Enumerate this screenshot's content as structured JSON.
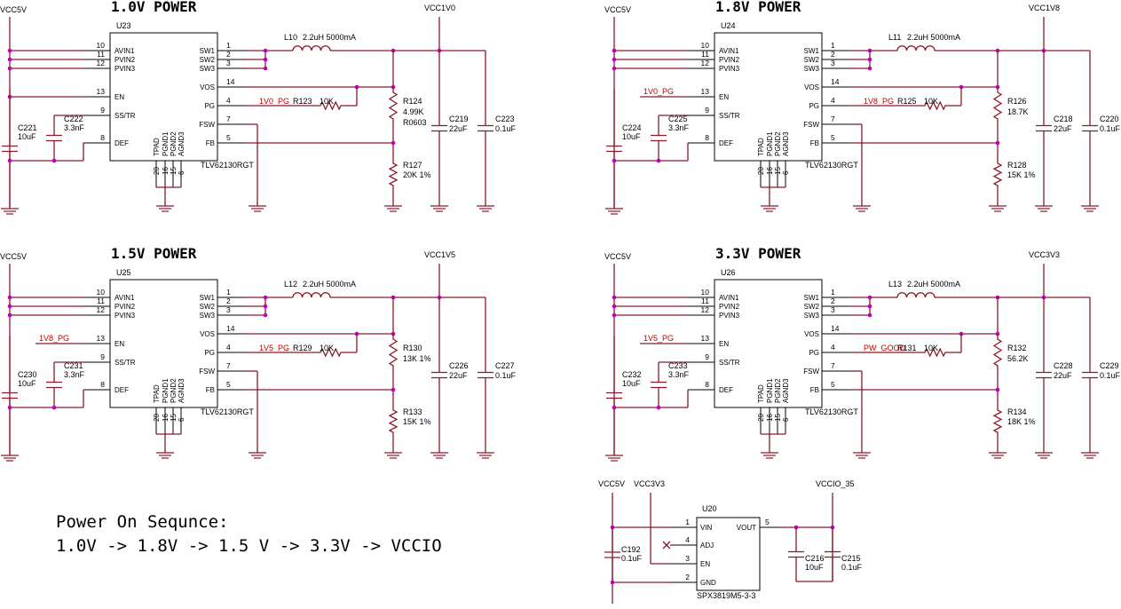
{
  "modules": [
    {
      "title": "1.0V POWER",
      "ic_ref": "U23",
      "ic_part": "TLV62130RGT",
      "vin_net": "VCC5V",
      "vout_net": "VCC1V0",
      "inductor": {
        "ref": "L10",
        "value": "2.2uH 5000mA"
      },
      "en_net": "",
      "pg_net": "1V0_PG",
      "pg_res": {
        "ref": "R123",
        "value": "10K"
      },
      "r_top": {
        "ref": "R124",
        "value": "4.99K",
        "extra": "R0603"
      },
      "r_bot": {
        "ref": "R127",
        "value": "20K 1%"
      },
      "cin": {
        "ref": "C221",
        "value": "10uF"
      },
      "css": {
        "ref": "C222",
        "value": "3.3nF"
      },
      "cout1": {
        "ref": "C219",
        "value": "22uF"
      },
      "cout2": {
        "ref": "C223",
        "value": "0.1uF"
      }
    },
    {
      "title": "1.8V POWER",
      "ic_ref": "U24",
      "ic_part": "TLV62130RGT",
      "vin_net": "VCC5V",
      "vout_net": "VCC1V8",
      "inductor": {
        "ref": "L11",
        "value": "2.2uH 5000mA"
      },
      "en_net": "1V0_PG",
      "pg_net": "1V8_PG",
      "pg_res": {
        "ref": "R125",
        "value": "10K"
      },
      "r_top": {
        "ref": "R126",
        "value": "18.7K",
        "extra": ""
      },
      "r_bot": {
        "ref": "R128",
        "value": "15K 1%"
      },
      "cin": {
        "ref": "C224",
        "value": "10uF"
      },
      "css": {
        "ref": "C225",
        "value": "3.3nF"
      },
      "cout1": {
        "ref": "C218",
        "value": "22uF"
      },
      "cout2": {
        "ref": "C220",
        "value": "0.1uF"
      }
    },
    {
      "title": "1.5V POWER",
      "ic_ref": "U25",
      "ic_part": "TLV62130RGT",
      "vin_net": "VCC5V",
      "vout_net": "VCC1V5",
      "inductor": {
        "ref": "L12",
        "value": "2.2uH 5000mA"
      },
      "en_net": "1V8_PG",
      "pg_net": "1V5_PG",
      "pg_res": {
        "ref": "R129",
        "value": "10K"
      },
      "r_top": {
        "ref": "R130",
        "value": "13K 1%",
        "extra": ""
      },
      "r_bot": {
        "ref": "R133",
        "value": "15K 1%"
      },
      "cin": {
        "ref": "C230",
        "value": "10uF"
      },
      "css": {
        "ref": "C231",
        "value": "3.3nF"
      },
      "cout1": {
        "ref": "C226",
        "value": "22uF"
      },
      "cout2": {
        "ref": "C227",
        "value": "0.1uF"
      }
    },
    {
      "title": "3.3V POWER",
      "ic_ref": "U26",
      "ic_part": "TLV62130RGT",
      "vin_net": "VCC5V",
      "vout_net": "VCC3V3",
      "inductor": {
        "ref": "L13",
        "value": "2.2uH 5000mA"
      },
      "en_net": "1V5_PG",
      "pg_net": "PW_GOOD",
      "pg_res": {
        "ref": "R131",
        "value": "10K"
      },
      "r_top": {
        "ref": "R132",
        "value": "56.2K",
        "extra": ""
      },
      "r_bot": {
        "ref": "R134",
        "value": "18K 1%"
      },
      "cin": {
        "ref": "C232",
        "value": "10uF"
      },
      "css": {
        "ref": "C233",
        "value": "3.3nF"
      },
      "cout1": {
        "ref": "C228",
        "value": "22uF"
      },
      "cout2": {
        "ref": "C229",
        "value": "0.1uF"
      }
    }
  ],
  "pins": {
    "left": [
      {
        "num": "10",
        "name": "AVIN1"
      },
      {
        "num": "11",
        "name": "PVIN2"
      },
      {
        "num": "12",
        "name": "PVIN3"
      },
      {
        "num": "13",
        "name": "EN"
      },
      {
        "num": "9",
        "name": "SS/TR"
      },
      {
        "num": "8",
        "name": "DEF"
      }
    ],
    "right": [
      {
        "num": "1",
        "name": "SW1"
      },
      {
        "num": "2",
        "name": "SW2"
      },
      {
        "num": "3",
        "name": "SW3"
      },
      {
        "num": "14",
        "name": "VOS"
      },
      {
        "num": "4",
        "name": "PG"
      },
      {
        "num": "7",
        "name": "FSW"
      },
      {
        "num": "5",
        "name": "FB"
      }
    ],
    "bottom": [
      {
        "num": "20",
        "name": "TPAD"
      },
      {
        "num": "16",
        "name": "PGND1"
      },
      {
        "num": "15",
        "name": "PGND2"
      },
      {
        "num": "6",
        "name": "AGND3"
      }
    ]
  },
  "ldo": {
    "ref": "U20",
    "part": "SPX3819M5-3-3",
    "vin_net": "VCC5V",
    "en_net": "VCC3V3",
    "vout_net": "VCCIO_35",
    "pins": [
      {
        "num": "1",
        "name": "VIN"
      },
      {
        "num": "4",
        "name": "ADJ"
      },
      {
        "num": "3",
        "name": "EN"
      },
      {
        "num": "2",
        "name": "GND"
      },
      {
        "num": "5",
        "name": "VOUT"
      }
    ],
    "cin": {
      "ref": "C192",
      "value": "0.1uF"
    },
    "cout1": {
      "ref": "C216",
      "value": "10uF"
    },
    "cout2": {
      "ref": "C215",
      "value": "0.1uF"
    }
  },
  "note": {
    "line1": "Power On Sequnce:",
    "line2": "1.0V -> 1.8V -> 1.5 V -> 3.3V -> VCCIO"
  },
  "colors": {
    "wire": "#8b1a2a",
    "junction": "#c000c0",
    "net_label": "#c00000"
  }
}
